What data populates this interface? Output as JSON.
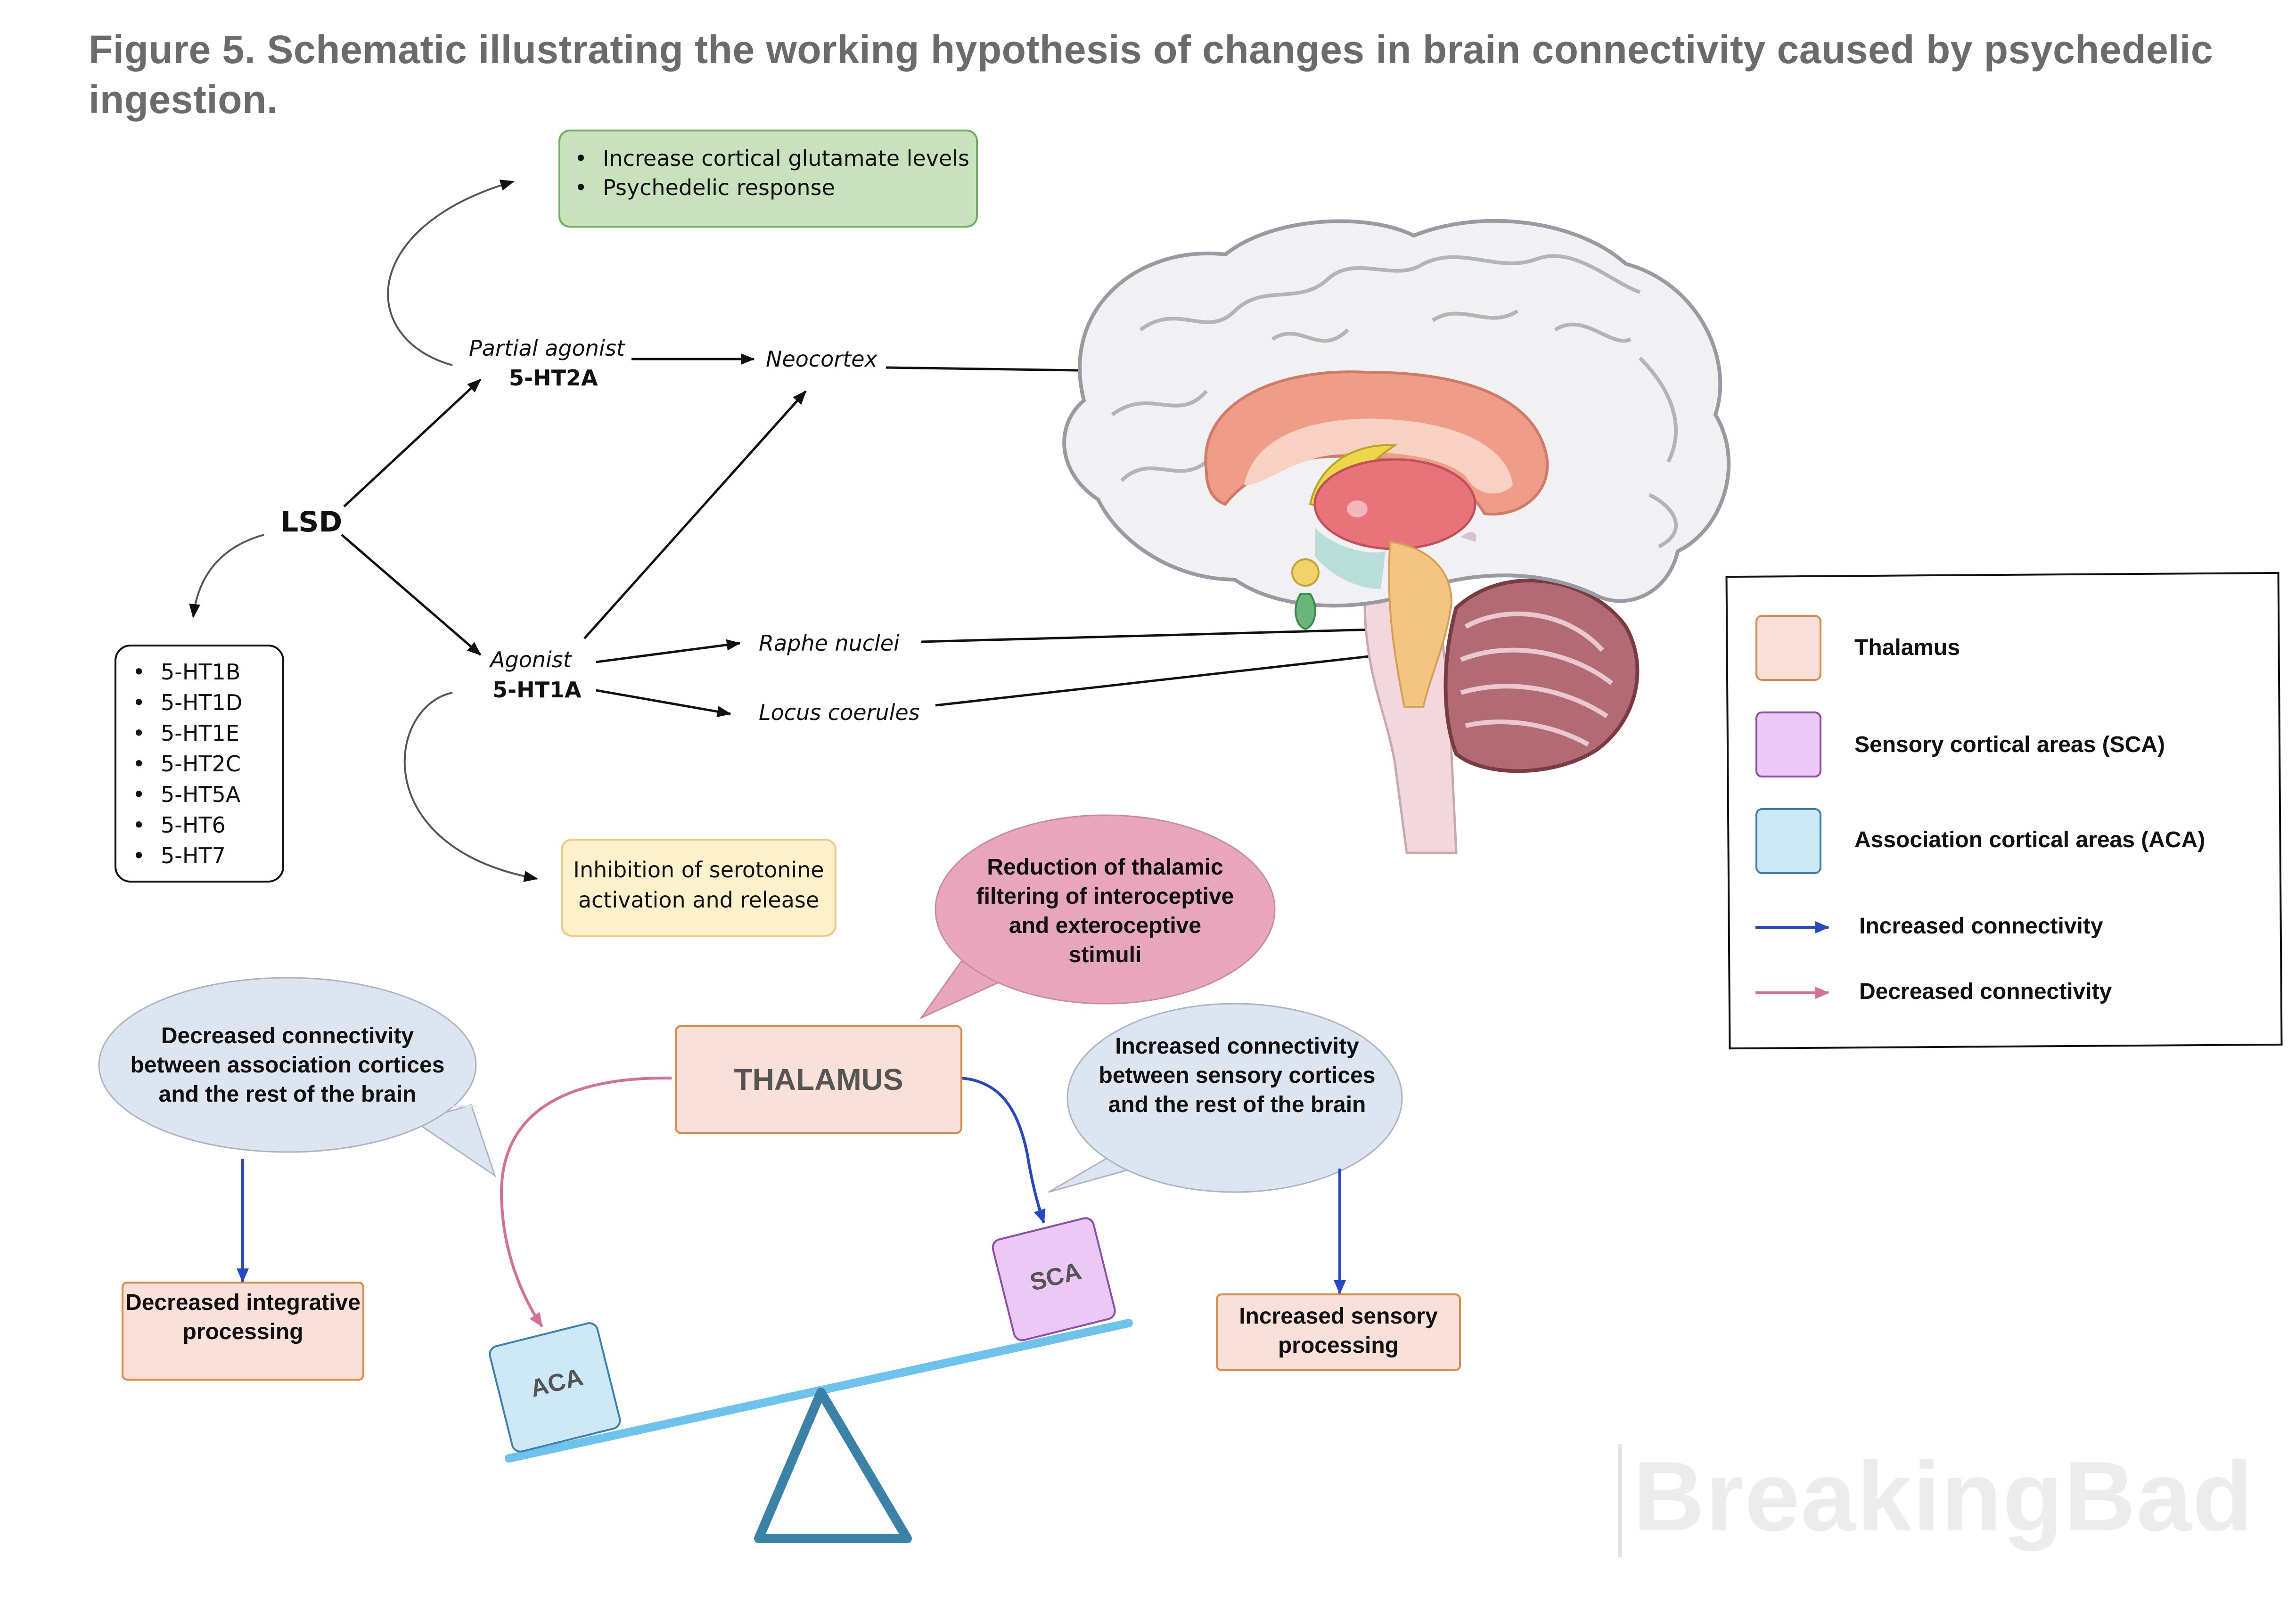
{
  "title": "Figure 5. Schematic illustrating the working hypothesis of changes in brain connectivity caused by psychedelic ingestion.",
  "top_box": {
    "items": [
      "Increase cortical glutamate levels",
      "Psychedelic response"
    ]
  },
  "partial_agonist": {
    "role": "Partial agonist",
    "receptor": "5-HT2A"
  },
  "neocortex": "Neocortex",
  "lsd": "LSD",
  "receptor_list": [
    "5-HT1B",
    "5-HT1D",
    "5-HT1E",
    "5-HT2C",
    "5-HT5A",
    "5-HT6",
    "5-HT7"
  ],
  "agonist": {
    "role": "Agonist",
    "receptor": "5-HT1A"
  },
  "raphe": "Raphe nuclei",
  "locus": "Locus coerules",
  "inhibition": "Inhibition of serotonine activation and release",
  "reduction_bubble": "Reduction of thalamic filtering of interoceptive and exteroceptive stimuli",
  "thalamus_box": "THALAMUS",
  "left_bubble": "Decreased connectivity between association cortices and the rest of the brain",
  "right_bubble": "Increased connectivity between sensory cortices and the rest of the brain",
  "left_result": "Decreased integrative processing",
  "right_result": "Increased sensory processing",
  "aca": "ACA",
  "sca": "SCA",
  "legend": {
    "thalamus": "Thalamus",
    "sca": "Sensory cortical areas (SCA)",
    "aca": "Association cortical areas (ACA)",
    "increased": "Increased connectivity",
    "decreased": "Decreased connectivity"
  },
  "watermark": "BreakingBad",
  "colors": {
    "green_box": "#c8e2be",
    "yellow_box": "#fdf1cc",
    "thalamus": "#f9e0d8",
    "sca": "#ebc8f5",
    "aca": "#cde9f7",
    "bubble_blue": "#dde5f0",
    "bubble_pink": "#e8a6bd",
    "increase_arrow": "#2747c4",
    "decrease_arrow": "#d46f95",
    "seesaw": "#6ec3ec",
    "fulcrum": "#3a82a8"
  }
}
